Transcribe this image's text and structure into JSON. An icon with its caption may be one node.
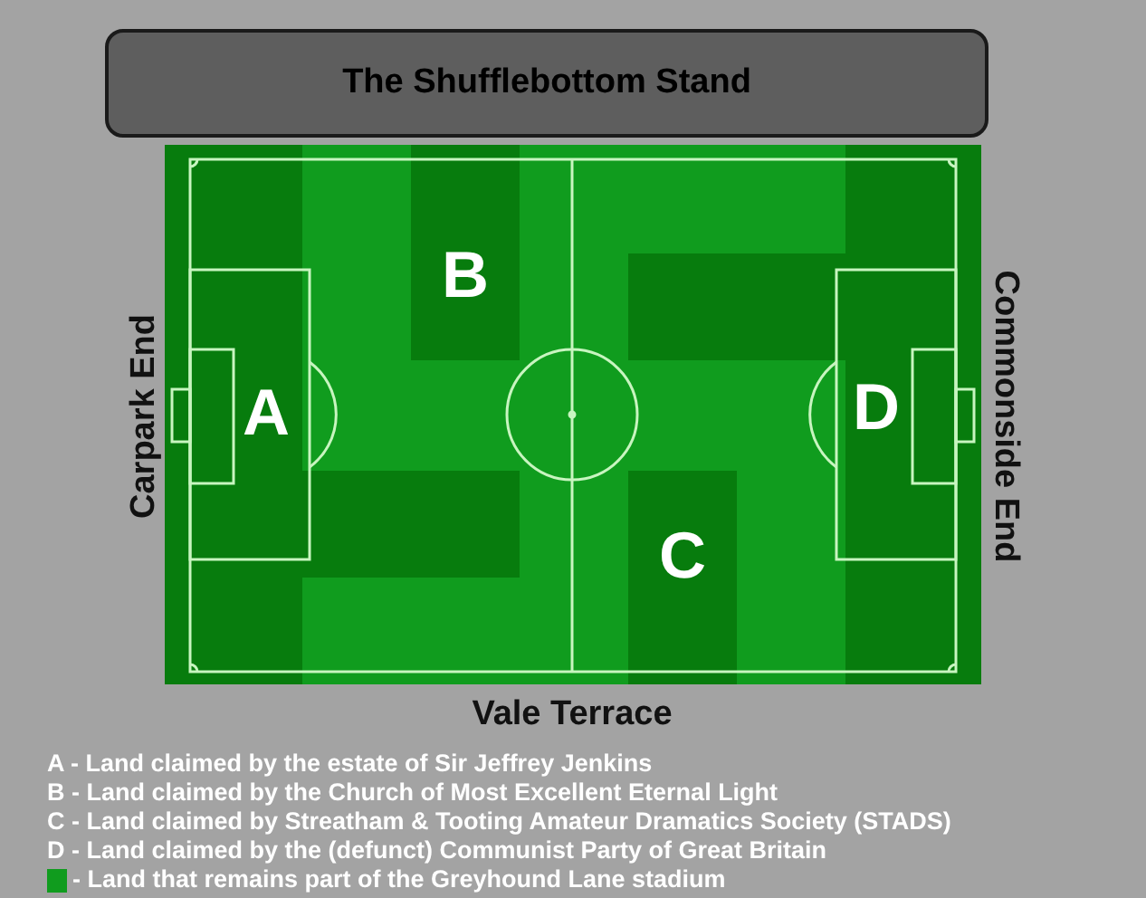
{
  "diagram": {
    "nodes": [
      {
        "text": [
          "The Shufflebottom Stand"
        ]
      },
      {
        "text": [
          "A"
        ]
      },
      {
        "text": [
          "B"
        ]
      },
      {
        "text": [
          "C"
        ]
      },
      {
        "text": [
          "D"
        ]
      }
    ],
    "labels": [
      "Carpark End",
      "Commonside End",
      "Vale Terrace",
      "A - Land claimed by the estate of Sir Jeffrey Jenkins",
      "B - Land claimed by the Church of Most Excellent Eternal Light",
      "C - Land claimed by Streatham & Tooting Amateur Dramatics Society (STADS)",
      "D - Land claimed by the (defunct) Communist Party of Great Britain"
    ],
    "legend": [
      {
        "text": "- Land that remains part of the Greyhound Lane stadium",
        "color": "#109c1e"
      }
    ]
  }
}
